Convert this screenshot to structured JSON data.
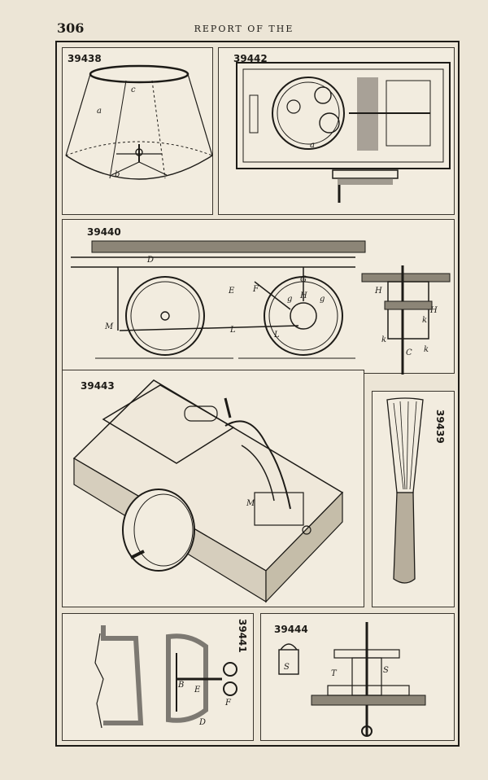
{
  "header": {
    "page_number": "306",
    "running_head": "REPORT OF THE"
  },
  "figures": {
    "f39438": {
      "number": "39438",
      "labels": [
        "a",
        "c",
        "b"
      ]
    },
    "f39442": {
      "number": "39442",
      "labels": [
        "a"
      ]
    },
    "f39440": {
      "number": "39440",
      "labels": [
        "D",
        "E",
        "G",
        "F",
        "g",
        "H",
        "g",
        "M",
        "L",
        "L",
        "H",
        "H",
        "k",
        "k",
        "k",
        "C"
      ]
    },
    "f39443": {
      "number": "39443",
      "labels": [
        "M"
      ]
    },
    "f39439": {
      "number": "39439"
    },
    "f39441": {
      "number": "39441",
      "labels": [
        "B",
        "E",
        "F",
        "D"
      ]
    },
    "f39444": {
      "number": "39444",
      "labels": [
        "S",
        "T",
        "S"
      ]
    }
  }
}
